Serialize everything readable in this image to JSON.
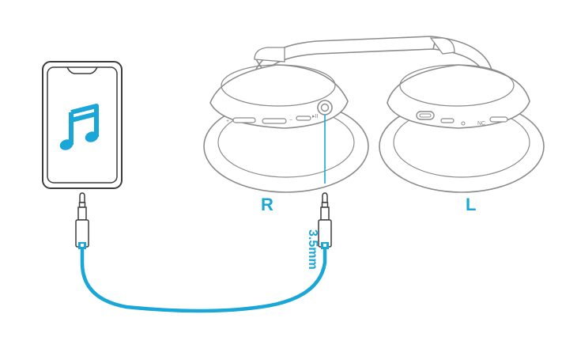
{
  "labels": {
    "right": "R",
    "left": "L",
    "jack_size": "3.5mm"
  },
  "headphone_markings": {
    "right_cup": [
      "+",
      "−",
      "▸II"
    ],
    "left_cup": [
      "NC"
    ]
  },
  "icons": [
    "phone-icon",
    "music-note-icon",
    "headphones-icon",
    "aux-cable-icon"
  ],
  "colors": {
    "accent": "#1aa6d6",
    "outline": "#8c8c8c",
    "line": "#3c3c3c"
  }
}
